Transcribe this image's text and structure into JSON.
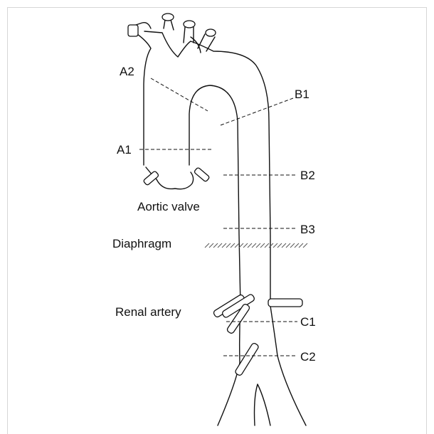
{
  "figure": {
    "section_labels": {
      "a1": "A1",
      "a2": "A2",
      "b1": "B1",
      "b2": "B2",
      "b3": "B3",
      "c1": "C1",
      "c2": "C2"
    },
    "anatomy_labels": {
      "aortic_valve": "Aortic valve",
      "diaphragm": "Diaphragm",
      "renal_artery": "Renal artery"
    }
  }
}
